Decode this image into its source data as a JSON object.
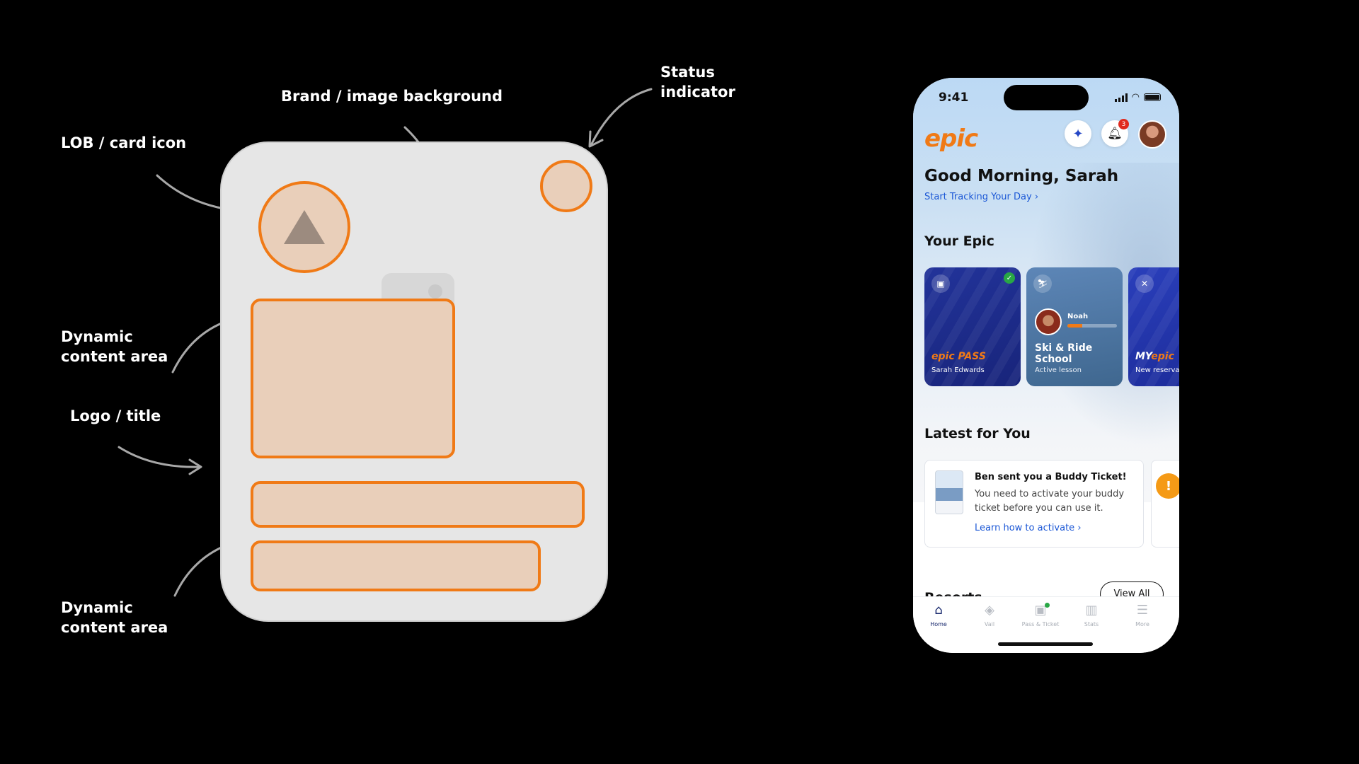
{
  "annotations": {
    "brand_bg": "Brand / image background",
    "status_indicator": [
      "Status",
      "indicator"
    ],
    "lob_icon": "LOB / card icon",
    "dynamic_content_1": [
      "Dynamic",
      "content area"
    ],
    "logo_title": "Logo / title",
    "dynamic_content_2": [
      "Dynamic",
      "content area"
    ]
  },
  "colors": {
    "accent_orange": "#f07a16",
    "epic_navy": "#19296e",
    "link_blue": "#1b57d6"
  },
  "phone": {
    "status_bar": {
      "time": "9:41"
    },
    "header": {
      "logo": "epic",
      "sparkle_icon": "sparkle-icon",
      "bell_icon": "bell-icon",
      "notification_count": "3"
    },
    "greeting": "Good Morning, Sarah",
    "track_link": "Start Tracking Your Day",
    "your_epic": {
      "title": "Your Epic",
      "cards": [
        {
          "logo": "epic PASS",
          "subtitle": "Sarah Edwards"
        },
        {
          "child_name": "Noah",
          "progress": 0.3,
          "title": "Ski & Ride School",
          "subtitle": "Active lesson"
        },
        {
          "logo_my": "MY",
          "logo_epic": "epic",
          "subtitle": "New reserva"
        }
      ]
    },
    "latest": {
      "title": "Latest for You",
      "card": {
        "title": "Ben sent you a Buddy Ticket!",
        "body": "You need to activate your buddy ticket before you can use it.",
        "link": "Learn how to activate"
      }
    },
    "resorts": {
      "title": "Resorts",
      "view_all": "View All"
    },
    "tabs": [
      {
        "label": "Home",
        "icon": "home-icon"
      },
      {
        "label": "Vail",
        "icon": "ticket-icon"
      },
      {
        "label": "Pass & Ticket",
        "icon": "pass-icon"
      },
      {
        "label": "Stats",
        "icon": "stats-icon"
      },
      {
        "label": "More",
        "icon": "menu-icon"
      }
    ]
  }
}
